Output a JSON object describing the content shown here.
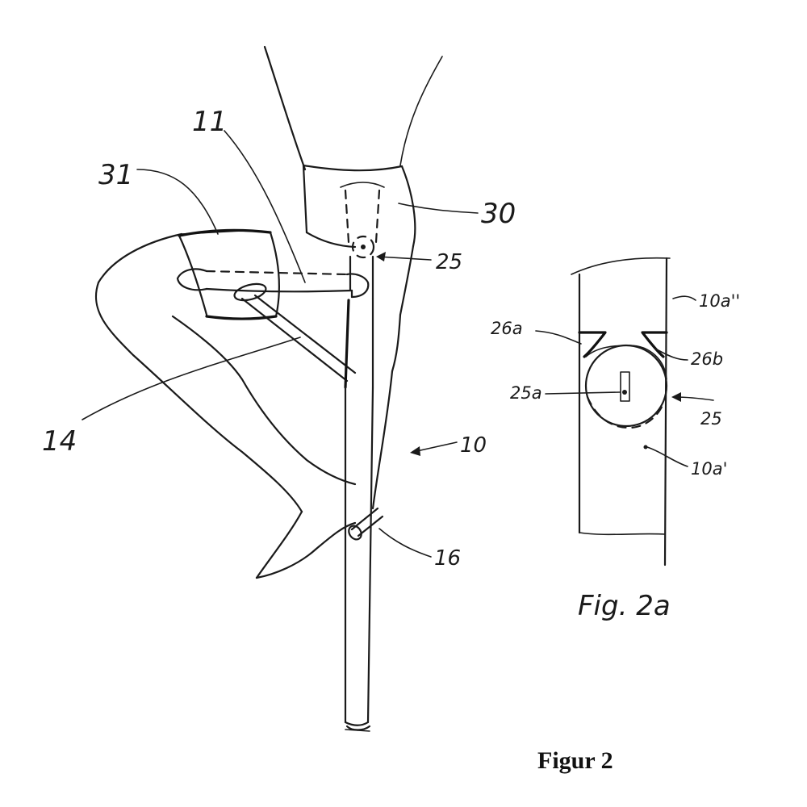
{
  "figure": {
    "caption": "Figur 2"
  },
  "labels": {
    "ref_31": "31",
    "ref_11": "11",
    "ref_30": "30",
    "ref_25": "25",
    "ref_14": "14",
    "ref_10": "10",
    "ref_16": "16",
    "ref_26a": "26a",
    "ref_26b": "26b",
    "ref_10a_pp": "10a''",
    "ref_25a": "25a",
    "ref_25_detail": "25",
    "ref_10a_p": "10a'"
  },
  "detail": {
    "caption": "Fig. 2a"
  }
}
